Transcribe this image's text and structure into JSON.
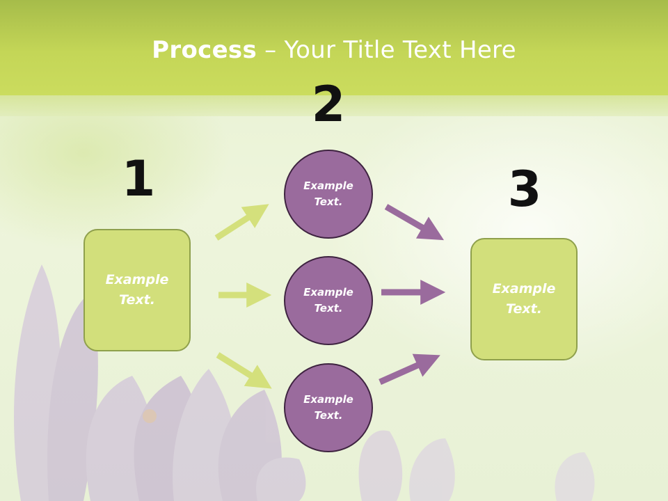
{
  "title": {
    "bold": "Process",
    "rest": " – Your Title Text Here"
  },
  "steps": [
    {
      "number": "1",
      "text": [
        "Example",
        "Text."
      ]
    },
    {
      "number": "2",
      "text": [
        "Example",
        "Text."
      ]
    },
    {
      "number": "3",
      "text": [
        "Example",
        "Text."
      ]
    }
  ],
  "circles": [
    {
      "text": [
        "Example",
        "Text."
      ]
    },
    {
      "text": [
        "Example",
        "Text."
      ]
    },
    {
      "text": [
        "Example",
        "Text."
      ]
    }
  ],
  "colors": {
    "header": "#c4d657",
    "box_fill": "#d2df7b",
    "circle_fill": "#9a6b9d",
    "arrow_green": "#d4e07c",
    "arrow_purple": "#9a6b9d"
  },
  "icons": [
    "arrow-right-icon"
  ]
}
